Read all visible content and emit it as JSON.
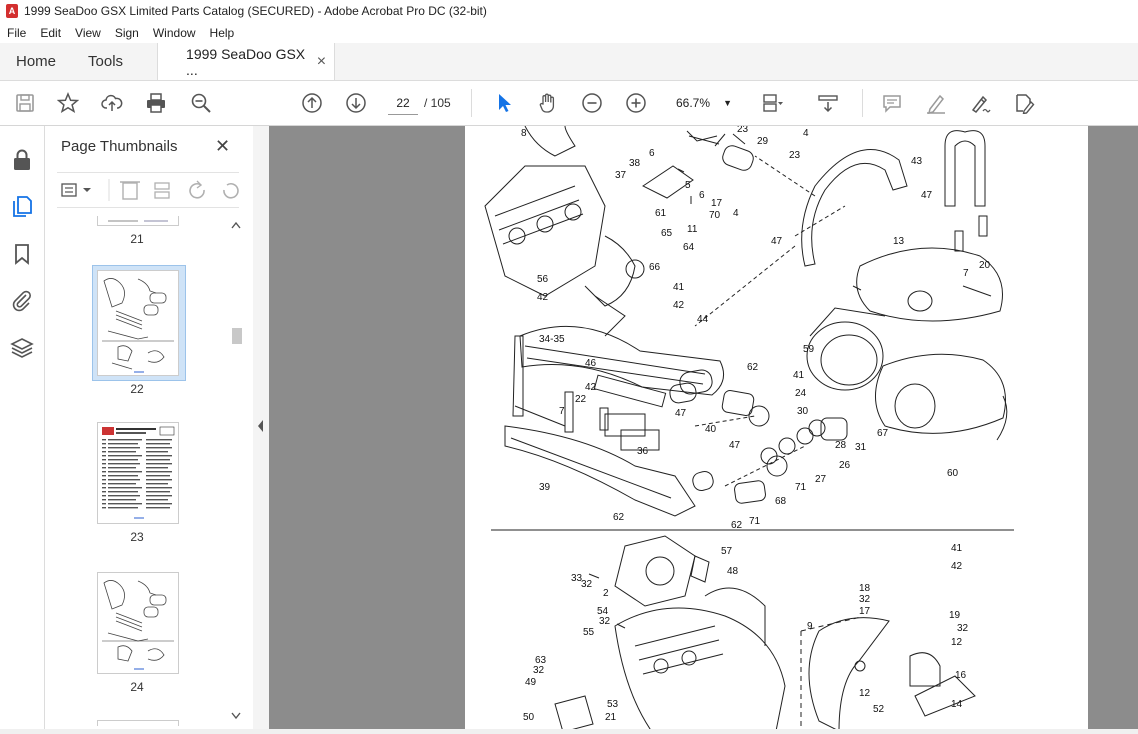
{
  "window": {
    "title": "1999 SeaDoo GSX Limited Parts Catalog (SECURED) - Adobe Acrobat Pro DC (32-bit)",
    "app_icon": "acrobat-icon"
  },
  "menu": [
    "File",
    "Edit",
    "View",
    "Sign",
    "Window",
    "Help"
  ],
  "tabs": {
    "home": "Home",
    "tools": "Tools",
    "document": "1999 SeaDoo GSX ...",
    "close": "×"
  },
  "toolbar": {
    "current_page": "22",
    "page_total": "/  105",
    "zoom": "66.7%"
  },
  "thumbnails_panel": {
    "title": "Page Thumbnails",
    "close": "✕",
    "pages": [
      {
        "label": "21",
        "selected": false
      },
      {
        "label": "22",
        "selected": true
      },
      {
        "label": "23",
        "selected": false
      },
      {
        "label": "24",
        "selected": false
      }
    ]
  },
  "diagram_callouts": {
    "upper": [
      "8",
      "23",
      "29",
      "4",
      "6",
      "38",
      "37",
      "5",
      "6",
      "17",
      "61",
      "70",
      "4",
      "11",
      "23",
      "43",
      "47",
      "65",
      "64",
      "66",
      "13",
      "47",
      "20",
      "7",
      "56",
      "42",
      "41",
      "42",
      "44",
      "34-35",
      "62",
      "59",
      "41",
      "46",
      "24",
      "42",
      "22",
      "7",
      "47",
      "30",
      "40",
      "67",
      "47",
      "28",
      "31",
      "26",
      "36",
      "27",
      "71",
      "39",
      "68",
      "60",
      "62",
      "71",
      "62"
    ],
    "lower": [
      "57",
      "48",
      "33",
      "32",
      "2",
      "54",
      "32",
      "55",
      "41",
      "42",
      "18",
      "32",
      "17",
      "19",
      "32",
      "9",
      "12",
      "63",
      "32",
      "16",
      "49",
      "53",
      "12",
      "21",
      "50",
      "52",
      "14"
    ]
  },
  "colors": {
    "accent": "#1473e6",
    "doc_background": "#8c8c8c",
    "selected_thumb": "#cfe3f7",
    "app_icon": "#d32f2f"
  }
}
